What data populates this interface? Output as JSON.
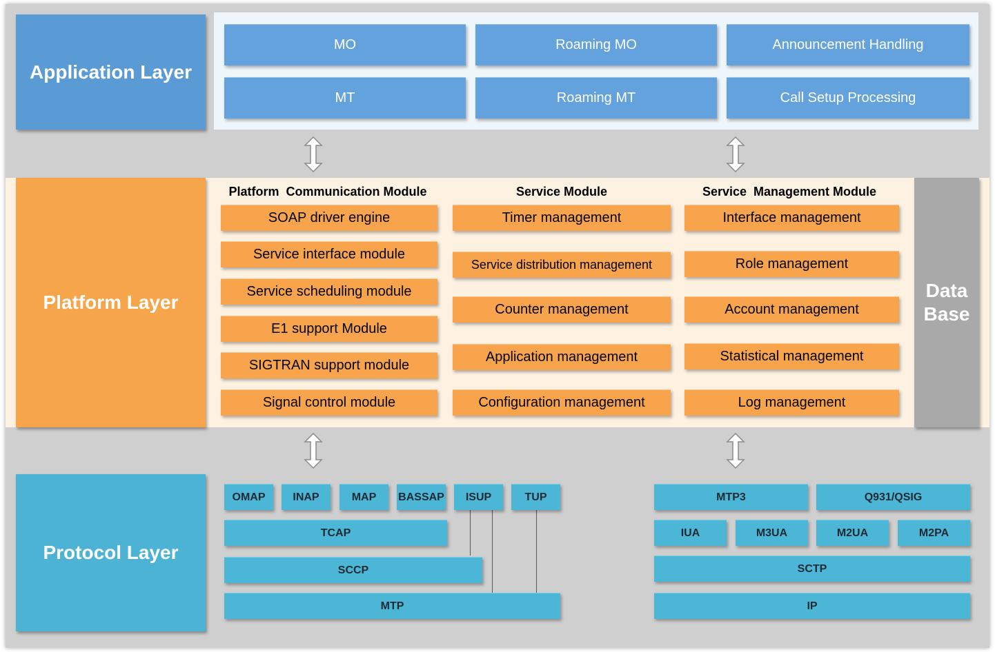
{
  "application_layer": {
    "label": "Application Layer",
    "boxes": [
      "MO",
      "Roaming MO",
      "Announcement Handling",
      "MT",
      "Roaming MT",
      "Call Setup Processing"
    ]
  },
  "platform_layer": {
    "label": "Platform Layer",
    "columns": [
      {
        "heading": "Platform  Communication Module",
        "items": [
          "SOAP driver engine",
          "Service interface module",
          "Service scheduling module",
          "E1 support Module",
          "SIGTRAN support module",
          "Signal control module"
        ]
      },
      {
        "heading": "Service Module",
        "items": [
          "Timer management",
          "Service distribution management",
          "Counter management",
          "Application management",
          "Configuration management"
        ]
      },
      {
        "heading": "Service  Management Module",
        "items": [
          "Interface management",
          "Role management",
          "Account management",
          "Statistical management",
          "Log management"
        ]
      }
    ]
  },
  "database": {
    "line1": "Data",
    "line2": "Base"
  },
  "protocol_layer": {
    "label": "Protocol Layer",
    "left_stack": {
      "top_row": [
        "OMAP",
        "INAP",
        "MAP",
        "BASSAP",
        "ISUP",
        "TUP"
      ],
      "tcap": "TCAP",
      "sccp": "SCCP",
      "mtp": "MTP"
    },
    "right_stack": {
      "row1": [
        "MTP3",
        "Q931/QSIG"
      ],
      "row2": [
        "IUA",
        "M3UA",
        "M2UA",
        "M2PA"
      ],
      "sctp": "SCTP",
      "ip": "IP"
    }
  },
  "colors": {
    "application": "#5b9bd5",
    "platform": "#f7a54a",
    "protocol": "#4cb3d4",
    "database": "#a9a9a9"
  },
  "icons": [
    "double-arrow-icon"
  ]
}
